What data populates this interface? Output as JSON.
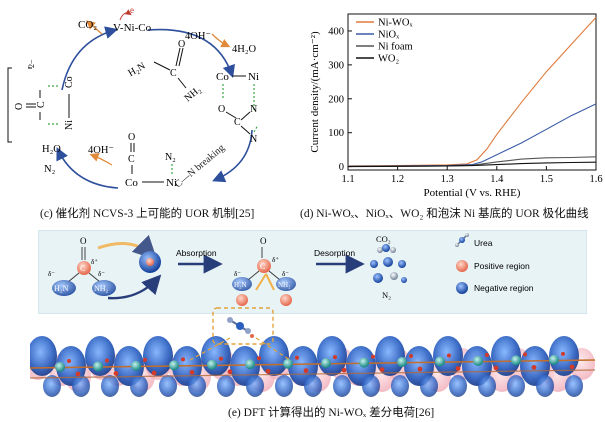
{
  "panel_c": {
    "caption": "(c) 催化剂 NCVS-3 上可能的 UOR 机制[25]",
    "labels": {
      "co2": "CO₂",
      "electron": "e",
      "v_ni_co": "V-Ni-Co",
      "oh_top": "4OH⁻",
      "h2o_top": "4H₂O",
      "h2n": "H₂N",
      "nh2": "NH₂",
      "c_top": "C",
      "o_top": "O",
      "co_right": "Co",
      "ni_right": "Ni",
      "n_right_1": "N",
      "n_right_2": "N",
      "c_right": "C",
      "o_right": "O",
      "breaking": "C—N breaking",
      "n2_bottom": "N₂",
      "ni_bottom": "Ni",
      "co_bottom": "Co",
      "c_bottom": "C",
      "o_bottom": "O",
      "oh_left": "4OH⁻",
      "h2o_left": "H₂O",
      "n2_left": "N₂",
      "ni_left": "Ni",
      "co_left": "Co",
      "o_left": "O",
      "c_left": "C",
      "charge": "2−"
    }
  },
  "panel_d": {
    "caption": "(d) Ni-WOₓ、NiOₓ、WO₂ 和泡沫 Ni 基底的 UOR 极化曲线"
  },
  "panel_e": {
    "caption": "(e) DFT 计算得出的 Ni-WOₓ 差分电荷[26]",
    "absorption": "Absorption",
    "desorption": "Desorption",
    "mol_o": "O",
    "mol_c": "C",
    "mol_h2n": "H₂N",
    "mol_nh2": "NH₂",
    "delta_plus": "δ⁺",
    "delta_minus": "δ⁻",
    "co2": "CO₂",
    "n2": "N₂",
    "legend": [
      {
        "label": "Urea",
        "icon": "urea-icon"
      },
      {
        "label": "Positive region",
        "icon": "positive-region-icon",
        "color": "#f08a6a"
      },
      {
        "label": "Negative region",
        "icon": "negative-region-icon",
        "color": "#2f63b8"
      }
    ]
  },
  "chart_data": {
    "type": "line",
    "title": "",
    "xlabel": "Potential (V vs. RHE)",
    "ylabel": "Current density/(mA·cm⁻²)",
    "xlim": [
      1.1,
      1.6
    ],
    "ylim": [
      -10,
      450
    ],
    "xticks": [
      1.1,
      1.2,
      1.3,
      1.4,
      1.5,
      1.6
    ],
    "yticks": [
      0,
      100,
      200,
      300,
      400
    ],
    "grid": false,
    "legend_position": "top-left",
    "series": [
      {
        "name": "Ni-WOₓ",
        "color": "#e07a3c",
        "x": [
          1.1,
          1.2,
          1.3,
          1.34,
          1.36,
          1.38,
          1.4,
          1.45,
          1.5,
          1.55,
          1.6
        ],
        "y": [
          2,
          3,
          5,
          8,
          20,
          52,
          95,
          190,
          280,
          360,
          440
        ]
      },
      {
        "name": "NiOₓ",
        "color": "#3b5ba8",
        "x": [
          1.1,
          1.2,
          1.3,
          1.35,
          1.37,
          1.4,
          1.45,
          1.5,
          1.55,
          1.6
        ],
        "y": [
          1,
          2,
          3,
          6,
          14,
          35,
          70,
          110,
          150,
          185
        ]
      },
      {
        "name": "Ni foam",
        "color": "#555555",
        "x": [
          1.1,
          1.2,
          1.3,
          1.35,
          1.4,
          1.45,
          1.5,
          1.55,
          1.6
        ],
        "y": [
          1,
          1,
          2,
          4,
          14,
          22,
          26,
          27,
          29
        ]
      },
      {
        "name": "WO₂",
        "color": "#111111",
        "x": [
          1.1,
          1.2,
          1.3,
          1.35,
          1.4,
          1.45,
          1.5,
          1.55,
          1.6
        ],
        "y": [
          0,
          1,
          2,
          3,
          6,
          9,
          11,
          12,
          13
        ]
      }
    ]
  }
}
